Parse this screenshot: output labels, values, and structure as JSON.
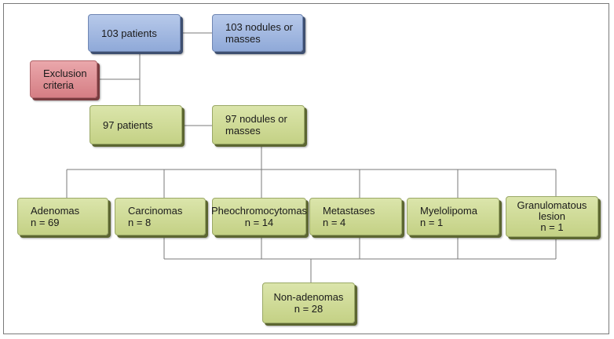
{
  "diagram": {
    "nodes": {
      "patients_103": "103 patients",
      "nodules_103": "103 nodules or\nmasses",
      "exclusion": "Exclusion\ncriteria",
      "patients_97": "97 patients",
      "nodules_97": "97 nodules or\nmasses",
      "adenomas": "Adenomas\nn = 69",
      "carcinomas": "Carcinomas\nn = 8",
      "pheo": "Pheochromocytomas\nn = 14",
      "metastases": "Metastases\nn = 4",
      "myelolipoma": "Myelolipoma\nn = 1",
      "granulomatous": "Granulomatous\nlesion\nn = 1",
      "non_adenomas": "Non-adenomas\nn = 28"
    },
    "colors": {
      "blue": "#9fb6e0",
      "red": "#e0959a",
      "green": "#cfdb96",
      "line": "#7a7a7a"
    }
  }
}
